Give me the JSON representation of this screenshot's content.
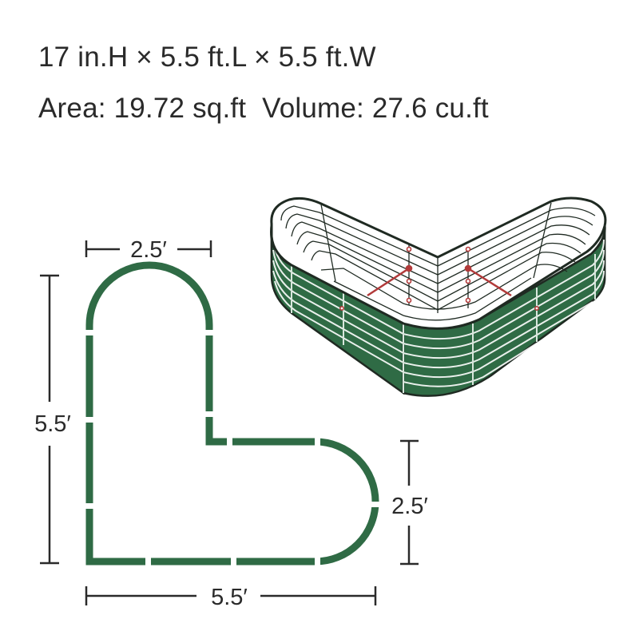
{
  "specs": {
    "dimensions": "17 in.H × 5.5 ft.L × 5.5 ft.W",
    "capacity": "Area: 19.72 sq.ft  Volume: 27.6 cu.ft"
  },
  "plan": {
    "top_width_label": "2.5′",
    "left_height_label": "5.5′",
    "right_height_label": "2.5′",
    "bottom_width_label": "5.5′"
  },
  "colors": {
    "bed_green": "#2f6b45",
    "bed_green_dark": "#24573a",
    "ink": "#2a2a2a",
    "rivet_red": "#b23a3a"
  }
}
